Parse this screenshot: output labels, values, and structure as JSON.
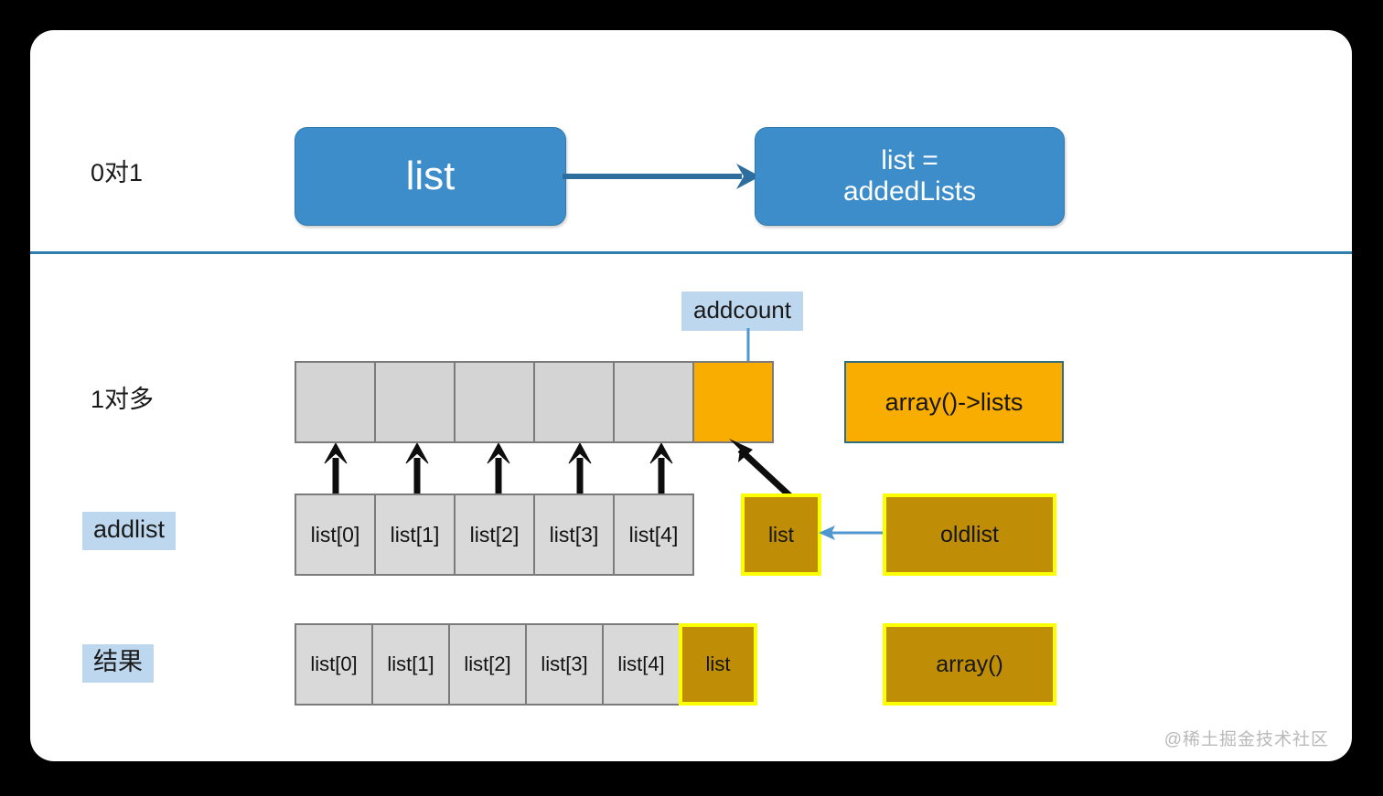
{
  "canvas": {
    "background": "#000000",
    "card_background": "#ffffff"
  },
  "watermark": "@稀土掘金技术社区",
  "colors": {
    "blue_box": "#3c8dc9",
    "blue_arrow": "#2e79ae",
    "light_blue_tag": "#bdd7ee",
    "orange": "#f9ad00",
    "gold": "#bf8d06",
    "gold_border": "#fbff00",
    "gray_cell": "#d9d9d9",
    "gray_border": "#7b7b7b",
    "teal_border": "#2e6e7e",
    "divider": "#2e7eb0"
  },
  "rows": {
    "one_to_one": {
      "label": "0对1",
      "source_box": "list",
      "target_box": "list =\naddedLists",
      "arrow": "right-arrow"
    },
    "one_to_many": {
      "label": "1对多",
      "callout": "addcount",
      "callout_arrow": "down-arrow",
      "array_cells": [
        {
          "text": "",
          "fill": "gray"
        },
        {
          "text": "",
          "fill": "gray"
        },
        {
          "text": "",
          "fill": "gray"
        },
        {
          "text": "",
          "fill": "gray"
        },
        {
          "text": "",
          "fill": "gray"
        },
        {
          "text": "",
          "fill": "orange"
        }
      ],
      "side_box": "array()->lists",
      "up_arrow_count": 5,
      "diagonal_arrow": "list-to-orange-cell"
    },
    "addlist": {
      "label": "addlist",
      "cells": [
        "list[0]",
        "list[1]",
        "list[2]",
        "list[3]",
        "list[4]"
      ],
      "gold_list_box": "list",
      "gold_oldlist_box": "oldlist",
      "oldlist_arrow": "left-arrow"
    },
    "result": {
      "label": "结果",
      "cells": [
        {
          "text": "list[0]",
          "fill": "gray"
        },
        {
          "text": "list[1]",
          "fill": "gray"
        },
        {
          "text": "list[2]",
          "fill": "gray"
        },
        {
          "text": "list[3]",
          "fill": "gray"
        },
        {
          "text": "list[4]",
          "fill": "gray"
        },
        {
          "text": "list",
          "fill": "gold"
        }
      ],
      "gold_array_box": "array()"
    }
  }
}
